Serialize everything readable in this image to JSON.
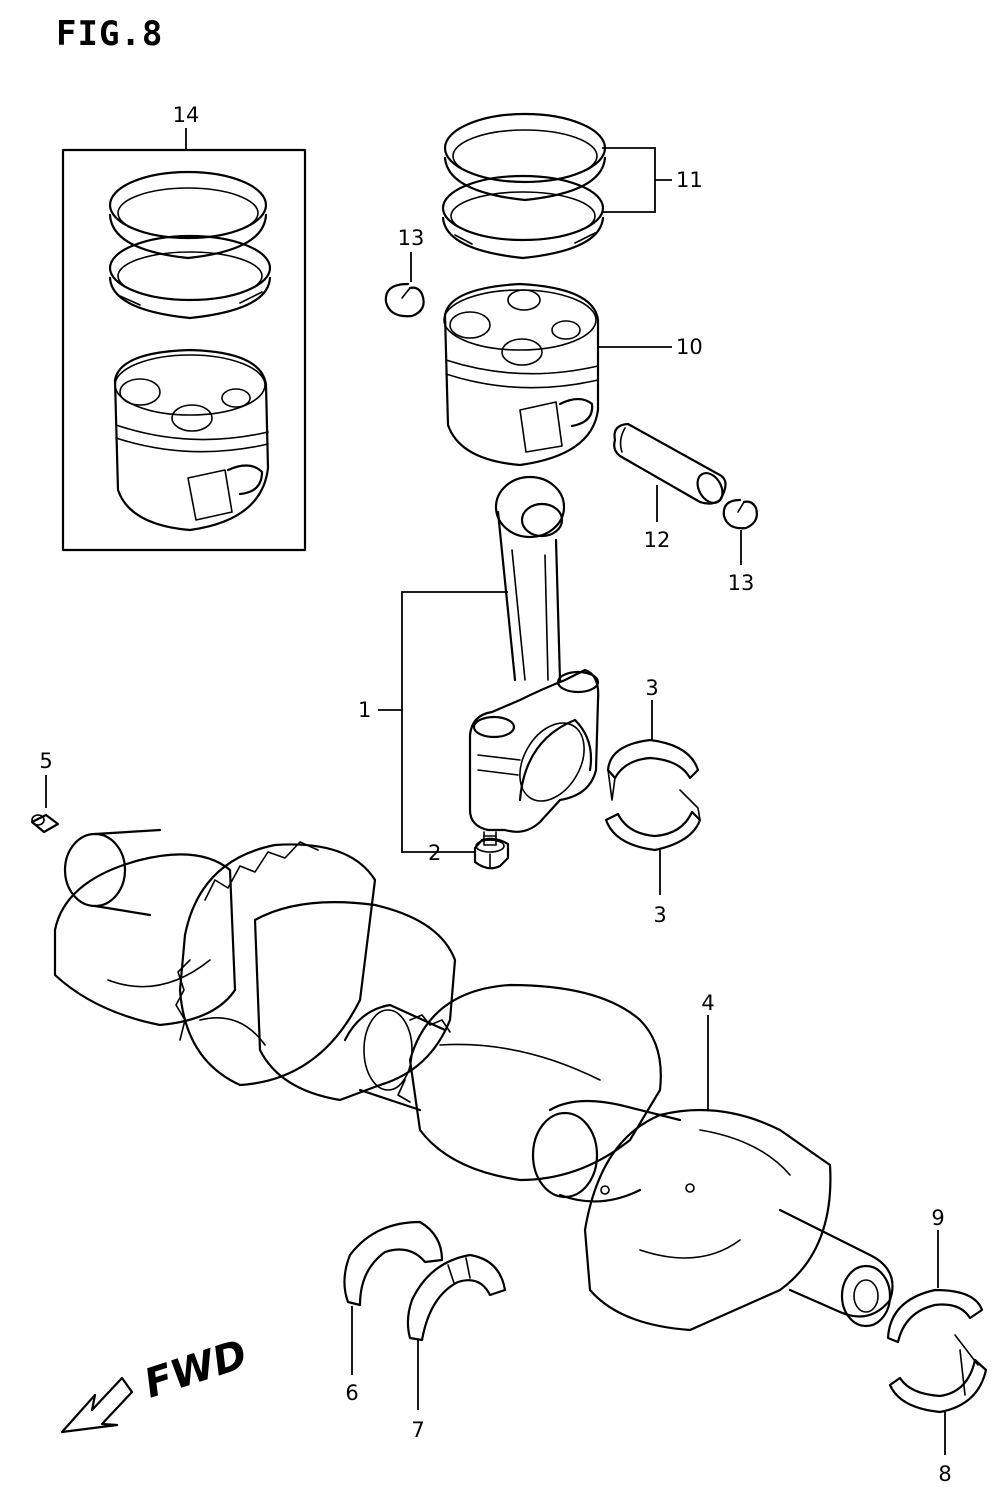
{
  "figure": {
    "title": "FIG.8",
    "direction_label": "FWD"
  },
  "callouts": {
    "c1": "1",
    "c2": "2",
    "c3a": "3",
    "c3b": "3",
    "c4": "4",
    "c5": "5",
    "c6": "6",
    "c7": "7",
    "c8": "8",
    "c9": "9",
    "c10": "10",
    "c11": "11",
    "c12": "12",
    "c13a": "13",
    "c13b": "13",
    "c14": "14"
  }
}
